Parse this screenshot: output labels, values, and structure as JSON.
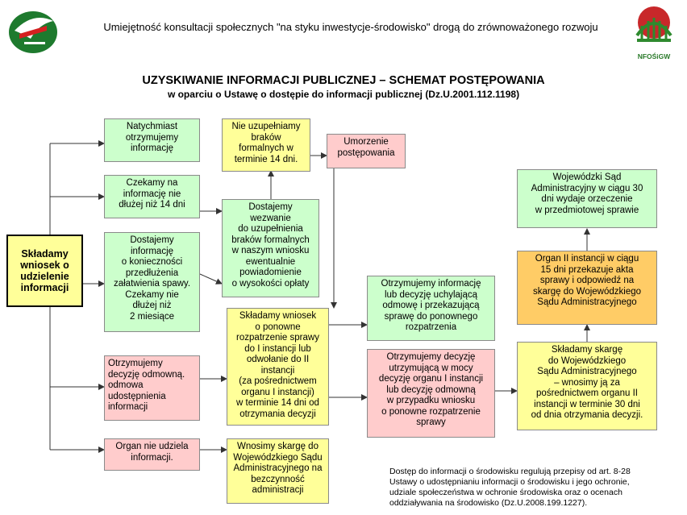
{
  "header": {
    "text": "Umiejętność konsultacji społecznych \"na styku inwestycje-środowisko\" drogą do zrównoważonego rozwoju",
    "logo_right_label": "NFOŚiGW"
  },
  "title": "UZYSKIWANIE INFORMACJI PUBLICZNEJ – SCHEMAT POSTĘPOWANIA",
  "subtitle": "w oparciu o Ustawę o dostępie do informacji publicznej (Dz.U.2001.112.1198)",
  "boxes": {
    "start": "Składamy wniosek o udzielenie informacji",
    "immediate": "Natychmiast\notrzymujemy\ninformację",
    "wait14": "Czekamy na\ninformację nie\ndłużej niż 14 dni",
    "extension": "Dostajemy\ninformację\no konieczności\nprzedłużenia\nzałatwienia spawy.\nCzekamy nie\ndłużej niż\n2 miesiące",
    "refusal": "Otrzymujemy\ndecyzję odmowną.\nodmowa\nudostępnienia\ninformacji",
    "no_info": "Organ nie udziela\ninformacji.",
    "missing_fix": "Nie uzupełniamy\nbraków\nformalnych w\nterminie 14 dni.",
    "discontinue": "Umorzenie\npostępowania",
    "call_fix": "Dostajemy\nwezwanie\ndo uzupełnienia\nbraków formalnych\nw naszym wniosku\newentualnie\npowiadomienie\no wysokości opłaty",
    "reconsider": "Składamy wniosek\no ponowne\nrozpatrzenie sprawy\ndo I instancji lub\nodwołanie  do II\ninstancji\n(za pośrednictwem\norganu I instancji)\nw terminie 14 dni od\notrzymania decyzji",
    "complaint_inactivity": "Wnosimy skargę do\nWojewódzkiego Sądu\nAdministracyjnego na\nbezczynność\nadministracji",
    "revoke": "Otrzymujemy informację\nlub decyzję uchylającą\nodmowę i przekazującą\nsprawę do ponownego\nrozpatrzenia",
    "uphold": "Otrzymujemy decyzję\nutrzymującą w mocy\ndecyzję organu I instancji\nlub decyzję odmowną\nw przypadku wniosku\no ponowne rozpatrzenie\nsprawy",
    "court": "Wojewódzki Sąd\nAdministracyjny w ciągu 30\ndni wydaje orzeczenie\nw przedmiotowej sprawie",
    "organ2": "Organ II instancji w ciągu\n15 dni przekazuje akta\nsprawy i odpowiedź na\nskargę do Wojewódzkiego\nSądu Administracyjnego",
    "complaint_court": "Składamy skargę\ndo Wojewódzkiego\nSądu Administracyjnego\n– wnosimy ją za\npośrednictwem organu II\ninstancji w terminie 30 dni\nod dnia otrzymania decyzji."
  },
  "footnote": "Dostęp do informacji o środowisku regulują przepisy od art. 8-28\nUstawy o udostępnianiu informacji o środowisku i jego ochronie,\nudziale społeczeństwa w ochronie środowiska oraz o ocenach\noddziaływania na środowisko (Dz.U.2008.199.1227).",
  "colors": {
    "green": "#ccffcc",
    "yellow": "#ffff99",
    "pink": "#ffcccc",
    "orange": "#ffcc66",
    "arrow": "#333333"
  }
}
